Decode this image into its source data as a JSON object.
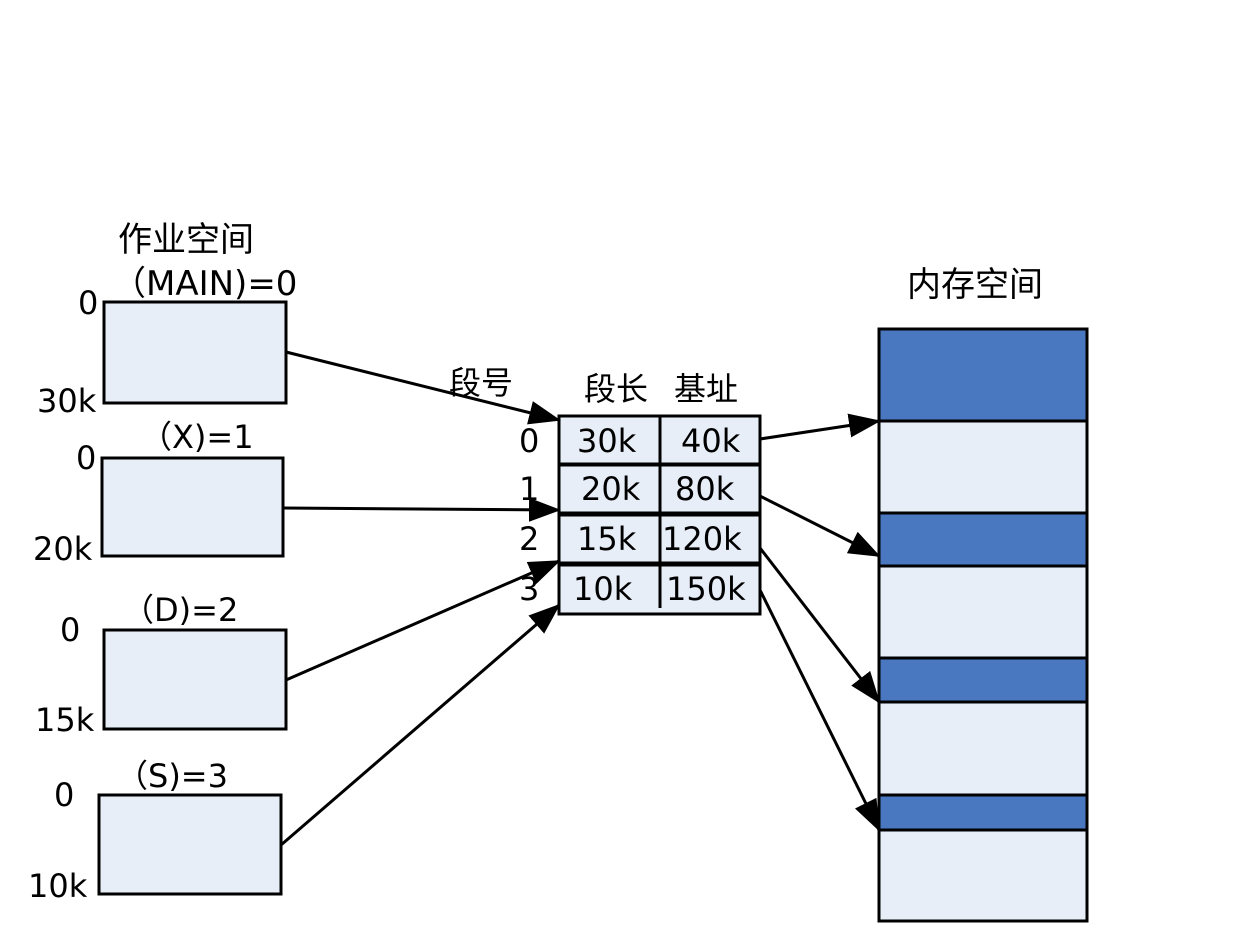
{
  "job_space": {
    "title": "作业空间",
    "segments": [
      {
        "label": "（MAIN)=0",
        "start": "0",
        "end": "30k"
      },
      {
        "label": "（X)=1",
        "start": "0",
        "end": "20k"
      },
      {
        "label": "（D)=2",
        "start": "0",
        "end": "15k"
      },
      {
        "label": "（S)=3",
        "start": "0",
        "end": "10k"
      }
    ]
  },
  "segment_table": {
    "seg_no_header": "段号",
    "length_header": "段长",
    "base_header": "基址",
    "rows": [
      {
        "no": "0",
        "length": "30k",
        "base": "40k"
      },
      {
        "no": "1",
        "length": "20k",
        "base": "80k"
      },
      {
        "no": "2",
        "length": "15k",
        "base": "120k"
      },
      {
        "no": "3",
        "length": "10k",
        "base": "150k"
      }
    ]
  },
  "memory": {
    "title": "内存空间",
    "colors": {
      "allocated": "#4a78c0",
      "free": "#e8eef8"
    }
  }
}
